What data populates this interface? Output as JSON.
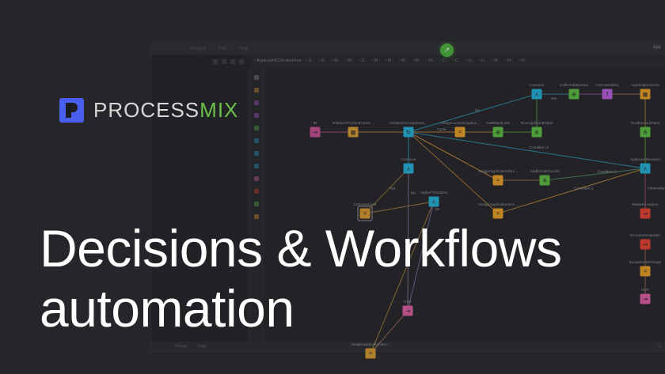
{
  "brand": {
    "name_part1": "PROCESS",
    "name_part2": "MIX",
    "accent": "#6cc04a",
    "icon_color": "#4a5ef0"
  },
  "headline": {
    "line1": "Decisions & Workflows",
    "line2": "automation"
  },
  "app": {
    "menu": [
      "Project",
      "Edit",
      "Help"
    ],
    "menu_right": "App",
    "tabs": [
      "ApplicantKORulesFlow",
      "S..",
      "E..",
      "M..",
      "M..",
      "S..",
      "M..",
      "M..",
      "M..",
      "M..",
      "M..",
      "C..",
      "C..",
      "U..",
      "U..",
      "R..",
      "M..",
      "M.."
    ],
    "status": [
      "Debug",
      "Logs"
    ],
    "status_right": "Li"
  },
  "flow": {
    "nodes": [
      {
        "id": "in",
        "label": "IN",
        "type": "input",
        "color": "#d0509a"
      },
      {
        "id": "retrieve",
        "label": "RetrieveProductParam...",
        "type": "table",
        "color": "#e0a030"
      },
      {
        "id": "iterate",
        "label": "IterateOverApplicant...",
        "type": "loop",
        "color": "#22b8e0"
      },
      {
        "id": "assignCurrent",
        "label": "AssignCurrentApplica...",
        "type": "assign",
        "color": "#f5a623"
      },
      {
        "id": "blacklists",
        "label": "CallBlackLists",
        "type": "service",
        "color": "#5cc440"
      },
      {
        "id": "runApplicant",
        "label": "RunApplicantRules",
        "type": "rules",
        "color": "#5cc440"
      },
      {
        "id": "continueTop",
        "label": "Continue",
        "type": "gateway",
        "color": "#22b8e0"
      },
      {
        "id": "creditBureau",
        "label": "CallCreditBureau",
        "type": "service",
        "color": "#5cc440"
      },
      {
        "id": "calcVars",
        "label": "CalcVariables",
        "type": "function",
        "color": "#c060e8"
      },
      {
        "id": "appScore",
        "label": "ApplicationScore",
        "type": "table",
        "color": "#f5a623"
      },
      {
        "id": "runBureau",
        "label": "RunBureauRules",
        "type": "rules",
        "color": "#5cc440"
      },
      {
        "id": "decision",
        "label": "ApplicantDecision",
        "type": "gateway",
        "color": "#22b8e0"
      },
      {
        "id": "continueMid",
        "label": "Continue",
        "type": "gateway",
        "color": "#22b8e0"
      },
      {
        "id": "assignDec1",
        "label": "AssignApplicationDec...",
        "type": "assign",
        "color": "#f5a623"
      },
      {
        "id": "additional",
        "label": "AdditionalChecks",
        "type": "rules",
        "color": "#5cc440"
      },
      {
        "id": "assignDec2",
        "label": "AssignApplicationDec...",
        "type": "assign",
        "color": "#f5a623"
      },
      {
        "id": "raise",
        "label": "RaiseException",
        "type": "exit",
        "color": "#f04030"
      },
      {
        "id": "calcMax",
        "label": "CalcMaxLimit",
        "type": "assign",
        "color": "#e0a030"
      },
      {
        "id": "higher",
        "label": "HigherThanZero",
        "type": "gateway",
        "color": "#22b8e0"
      },
      {
        "id": "assignDec3",
        "label": "AssignApplicationDec...",
        "type": "assign",
        "color": "#e0a030"
      },
      {
        "id": "out",
        "label": "OUT",
        "type": "output",
        "color": "#e860a8"
      },
      {
        "id": "excHandler",
        "label": "ExceptionHandler",
        "type": "exit",
        "color": "#f04030"
      },
      {
        "id": "excMessage",
        "label": "ExceptionMessage",
        "type": "assign",
        "color": "#f5a623"
      },
      {
        "id": "out2",
        "label": "OUT",
        "type": "output",
        "color": "#e860a8"
      }
    ],
    "edges": [
      {
        "from": "in",
        "to": "retrieve",
        "color": "#b05070"
      },
      {
        "from": "retrieve",
        "to": "iterate",
        "color": "#b08040"
      },
      {
        "from": "iterate",
        "to": "assignCurrent",
        "label": "Cycle",
        "color": "#c08838"
      },
      {
        "from": "assignCurrent",
        "to": "blacklists",
        "color": "#a08040"
      },
      {
        "from": "blacklists",
        "to": "runApplicant",
        "color": "#5a9a40"
      },
      {
        "from": "runApplicant",
        "to": "continueTop",
        "color": "#5a9a40"
      },
      {
        "from": "continueTop",
        "to": "creditBureau",
        "label": "Yes",
        "color": "#3a8aa0"
      },
      {
        "from": "continueTop",
        "to": "iterate",
        "label": "No",
        "color": "#2a90b0"
      },
      {
        "from": "creditBureau",
        "to": "calcVars",
        "color": "#8a5aa0"
      },
      {
        "from": "calcVars",
        "to": "appScore",
        "color": "#a0704a"
      },
      {
        "from": "appScore",
        "to": "runBureau",
        "color": "#a08040"
      },
      {
        "from": "runBureau",
        "to": "decision",
        "color": "#5a9a40"
      },
      {
        "from": "decision",
        "to": "iterate",
        "label": "Condition 3",
        "color": "#2a90b0"
      },
      {
        "from": "decision",
        "to": "additional",
        "label": "Condition 2",
        "color": "#4a8a60"
      },
      {
        "from": "decision",
        "to": "assignDec2",
        "label": "Condition 1",
        "color": "#c08838"
      },
      {
        "from": "decision",
        "to": "raise",
        "label": "Otherwise",
        "color": "#a05060"
      },
      {
        "from": "additional",
        "to": "assignDec1",
        "color": "#8a7040"
      },
      {
        "from": "assignDec1",
        "to": "iterate",
        "color": "#c08838"
      },
      {
        "from": "assignDec2",
        "to": "iterate",
        "color": "#b07a38"
      },
      {
        "from": "iterate",
        "to": "continueMid",
        "color": "#2a90b0"
      },
      {
        "from": "continueMid",
        "to": "calcMax",
        "label": "Yes",
        "color": "#9a7040"
      },
      {
        "from": "continueMid",
        "to": "out",
        "label": "No",
        "color": "#8a6a9a"
      },
      {
        "from": "calcMax",
        "to": "higher",
        "color": "#a08040"
      },
      {
        "from": "higher",
        "to": "assignDec3",
        "color": "#a08040"
      },
      {
        "from": "higher",
        "to": "out",
        "label": "No",
        "color": "#6a6aa0"
      },
      {
        "from": "assignDec3",
        "to": "out",
        "color": "#a06a50"
      },
      {
        "from": "excHandler",
        "to": "excMessage",
        "color": "#a06040"
      },
      {
        "from": "excMessage",
        "to": "out2",
        "color": "#a06060"
      }
    ]
  }
}
